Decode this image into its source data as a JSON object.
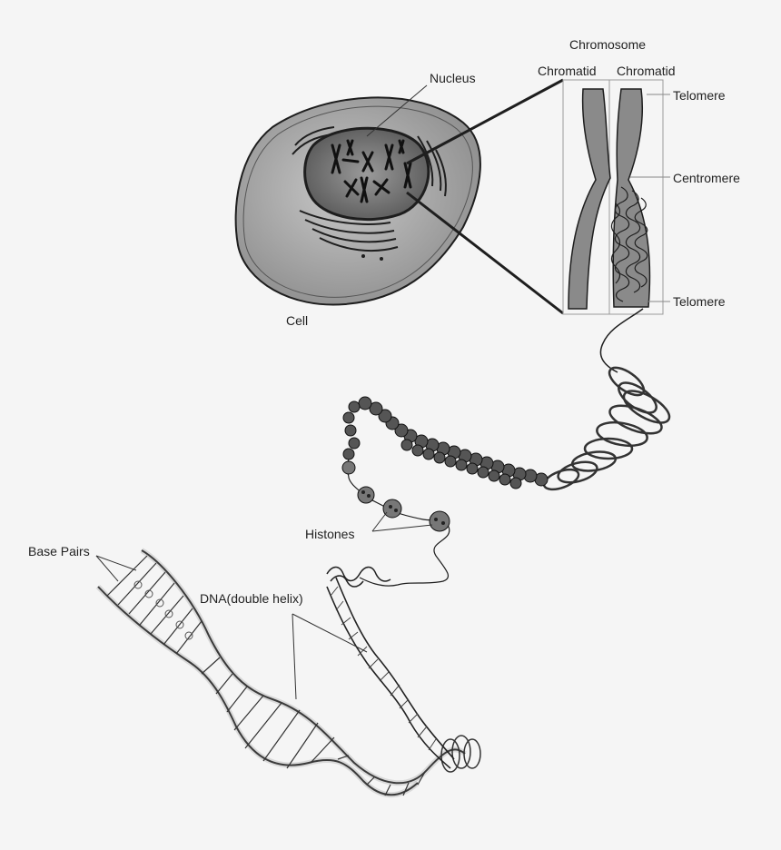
{
  "labels": {
    "nucleus": "Nucleus",
    "cell": "Cell",
    "chromosome": "Chromosome",
    "chromatid_left": "Chromatid",
    "chromatid_right": "Chromatid",
    "telomere_top": "Telomere",
    "centromere": "Centromere",
    "telomere_bottom": "Telomere",
    "histones": "Histones",
    "base_pairs": "Base Pairs",
    "dna": "DNA(double helix)"
  },
  "colors": {
    "background": "#f5f5f5",
    "cell_fill": "#a9a9a9",
    "nucleus_fill": "#7c7c7c",
    "chromosome_fill": "#8a8a8a",
    "ink": "#1e1e1e"
  }
}
